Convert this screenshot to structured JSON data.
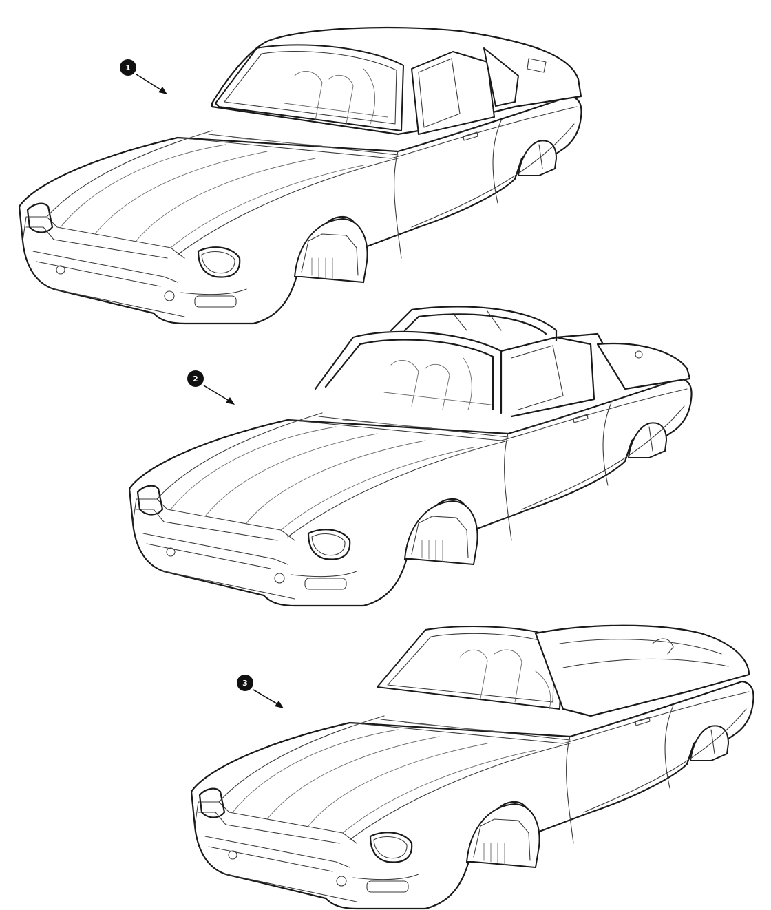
{
  "callouts": [
    {
      "number": "1",
      "subject": "saloon-body"
    },
    {
      "number": "2",
      "subject": "targa-body"
    },
    {
      "number": "3",
      "subject": "convertible-body"
    }
  ],
  "icons": {
    "callout-marker": "black-circle-number",
    "pointer": "arrow"
  },
  "colors": {
    "line": "#1a1a1a",
    "background": "#ffffff",
    "callout_fill": "#111111",
    "callout_text": "#ffffff"
  }
}
